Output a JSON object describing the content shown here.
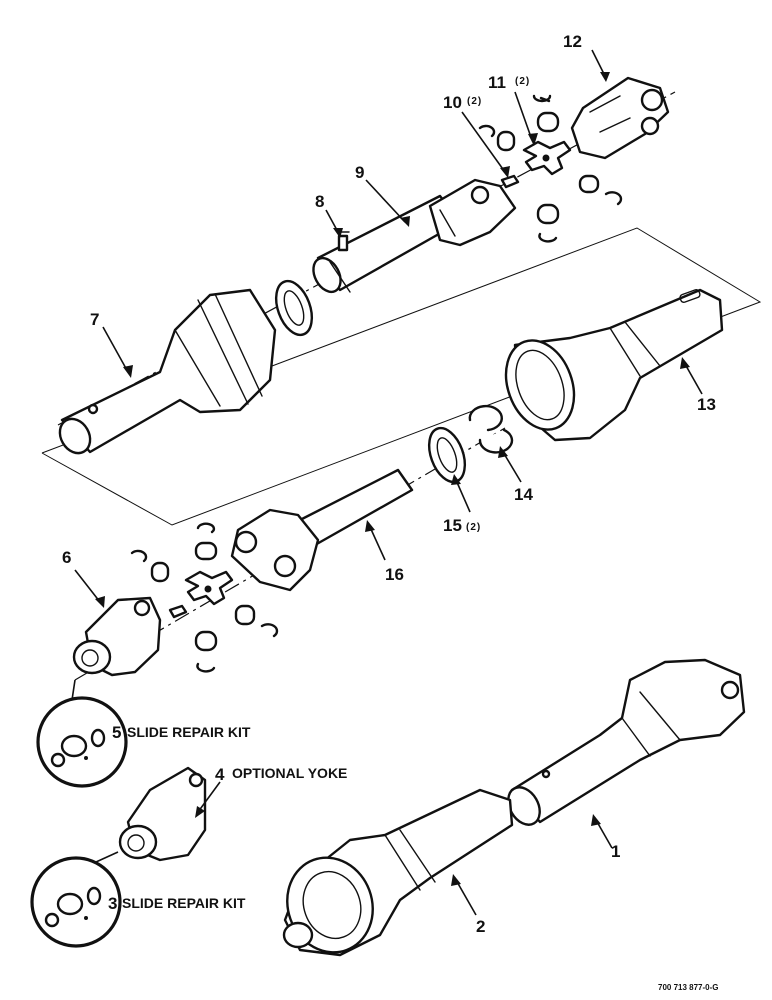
{
  "labels": {
    "l1": "1",
    "l2": "2",
    "l3": "3",
    "l4": "4",
    "l5": "5",
    "l6": "6",
    "l7": "7",
    "l8": "8",
    "l9": "9",
    "l10": "10",
    "l10q": "(2)",
    "l11": "11",
    "l11q": "(2)",
    "l12": "12",
    "l13": "13",
    "l14": "14",
    "l15": "15",
    "l15q": "(2)",
    "l16": "16"
  },
  "captions": {
    "slide_repair_kit_5": "SLIDE REPAIR KIT",
    "optional_yoke_4": "OPTIONAL YOKE",
    "slide_repair_kit_3": "SLIDE REPAIR KIT"
  },
  "drawing_number": "700 713 877-0-G"
}
